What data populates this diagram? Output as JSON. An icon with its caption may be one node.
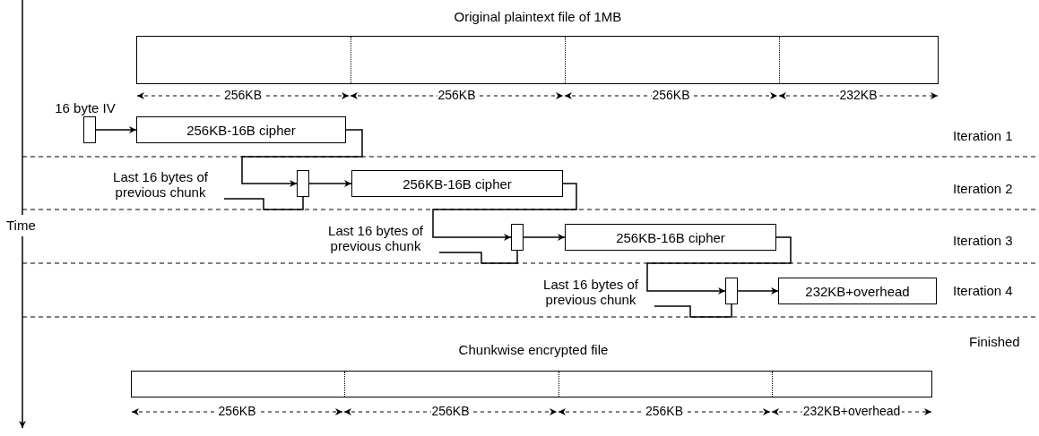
{
  "diagram": {
    "nodes": [
      {
        "text": [],
        "shape": "box",
        "beside": [
          "Original plaintext file of 1MB"
        ]
      },
      {
        "text": [],
        "shape": "box",
        "beside": [
          "16 byte IV"
        ]
      },
      {
        "text": [
          "256KB-16B cipher"
        ]
      },
      {
        "text": [
          "Last 16 bytes of previous chunk"
        ]
      },
      {
        "text": [],
        "shape": "box"
      },
      {
        "text": [
          "256KB-16B cipher"
        ]
      },
      {
        "text": [
          "Last 16 bytes of previous chunk"
        ]
      },
      {
        "text": [],
        "shape": "box"
      },
      {
        "text": [
          "256KB-16B cipher"
        ]
      },
      {
        "text": [
          "Last 16 bytes of previous chunk"
        ]
      },
      {
        "text": [],
        "shape": "box"
      },
      {
        "text": [
          "232KB+overhead"
        ]
      },
      {
        "text": [],
        "shape": "box",
        "beside": [
          "Chunkwise encrypted file"
        ]
      }
    ],
    "edges": [
      {
        "from": 1,
        "to": 2,
        "arrow": "to"
      },
      {
        "from": 2,
        "to": 4,
        "arrow": "to"
      },
      {
        "from": 3,
        "to": 4,
        "arrow": "none"
      },
      {
        "from": 4,
        "to": 5,
        "arrow": "to"
      },
      {
        "from": 5,
        "to": 7,
        "arrow": "to"
      },
      {
        "from": 6,
        "to": 7,
        "arrow": "none"
      },
      {
        "from": 7,
        "to": 8,
        "arrow": "to"
      },
      {
        "from": 8,
        "to": 10,
        "arrow": "to"
      },
      {
        "from": 9,
        "to": 10,
        "arrow": "none"
      },
      {
        "from": 10,
        "to": 11,
        "arrow": "to"
      }
    ],
    "labels": [
      "256KB",
      "256KB",
      "256KB",
      "232KB",
      "Iteration 1",
      "Iteration 2",
      "Time",
      "Iteration 3",
      "Iteration 4",
      "Finished",
      "256KB",
      "256KB",
      "256KB",
      "232KB+overhead"
    ]
  }
}
